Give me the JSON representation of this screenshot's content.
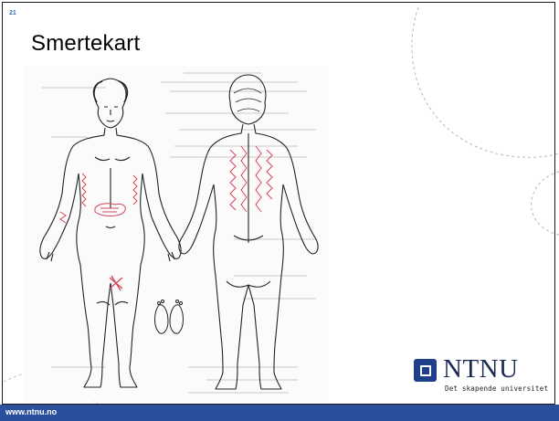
{
  "slide": {
    "number": "21",
    "title": "Smertekart"
  },
  "footer": {
    "url": "www.ntnu.no"
  },
  "logo": {
    "name": "NTNU",
    "tagline": "Det skapende universitet"
  },
  "figure": {
    "kind": "pain-map-scan"
  },
  "colors": {
    "footer": "#2a4f9c",
    "slide_number": "#2d6fb6",
    "logo": "#1f3f8a",
    "pain_marks": "#d6455a"
  }
}
